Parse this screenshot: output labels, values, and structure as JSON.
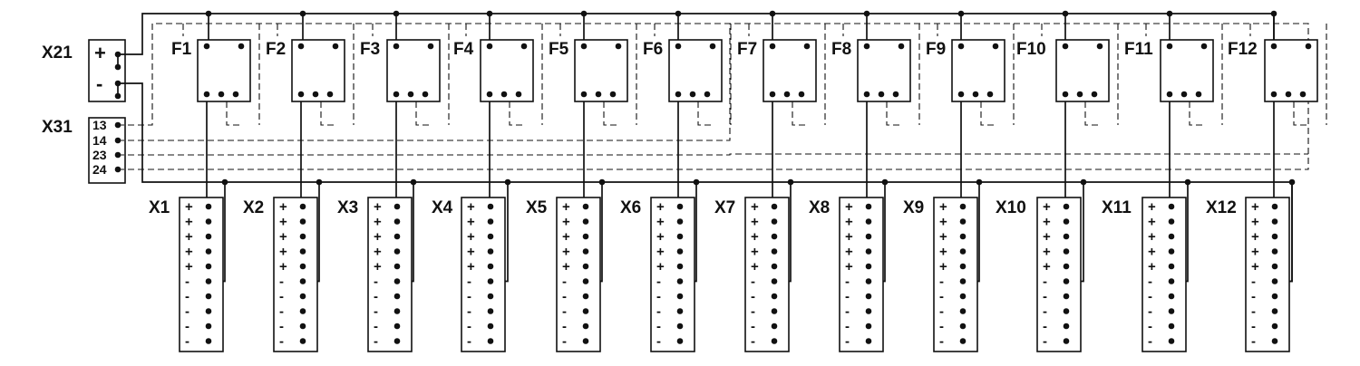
{
  "supply": {
    "label": "X21",
    "terminals": [
      "+",
      "-"
    ]
  },
  "signal": {
    "label": "X31",
    "terminals": [
      "13",
      "14",
      "23",
      "24"
    ]
  },
  "fuses": [
    "F1",
    "F2",
    "F3",
    "F4",
    "F5",
    "F6",
    "F7",
    "F8",
    "F9",
    "F10",
    "F11",
    "F12"
  ],
  "outputs": [
    "X1",
    "X2",
    "X3",
    "X4",
    "X5",
    "X6",
    "X7",
    "X8",
    "X9",
    "X10",
    "X11",
    "X12"
  ],
  "output_terminal_symbols": [
    "+",
    "+",
    "+",
    "+",
    "+",
    "-",
    "-",
    "-",
    "-",
    "-"
  ],
  "colors": {
    "line": "#111111",
    "background": "#ffffff"
  }
}
